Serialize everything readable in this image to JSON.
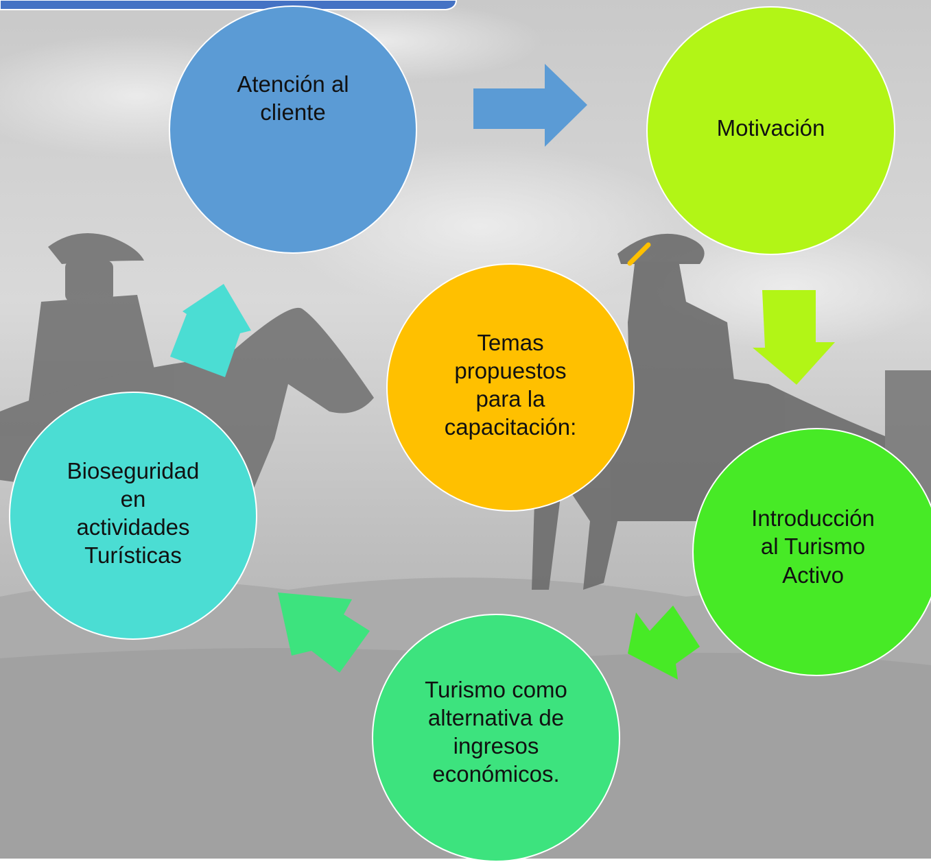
{
  "diagram": {
    "center": {
      "label": "Temas\npropuestos\npara la\ncapacitación:",
      "color": "#FFC000"
    },
    "nodes": [
      {
        "id": "atencion",
        "label": "Atención al\ncliente",
        "color": "#5B9BD5"
      },
      {
        "id": "motivacion",
        "label": "Motivación",
        "color": "#B2F516"
      },
      {
        "id": "introduccion",
        "label": "Introducción\nal Turismo\nActivo",
        "color": "#47EA26"
      },
      {
        "id": "turismo",
        "label": "Turismo como\nalternativa de\ningresos\neconómicos.",
        "color": "#3DE37E"
      },
      {
        "id": "bioseguridad",
        "label": "Bioseguridad\nen\nactividades\nTurísticas",
        "color": "#4BDDD3"
      }
    ],
    "arrow_colors": [
      "#5B9BD5",
      "#B2F516",
      "#47EA26",
      "#3DE37E",
      "#4BDDD3"
    ],
    "accent_colors": {
      "header_bar": "#4472C4",
      "center_tick": "#FFC000"
    }
  }
}
